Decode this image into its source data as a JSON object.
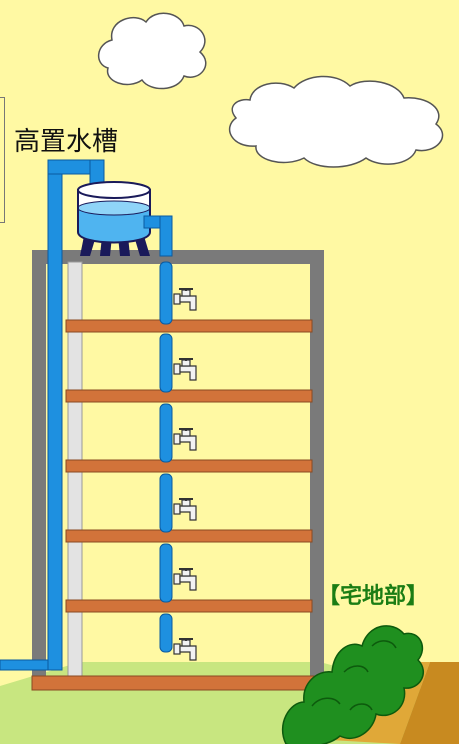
{
  "labels": {
    "tank": "高置水槽",
    "zone": "【宅地部】"
  },
  "floors": 6,
  "colors": {
    "sky": "#fff9a3",
    "ground": "#c8e680",
    "pipe": "#1e90e0",
    "slab": "#d2733a",
    "frame": "#7a7a7a",
    "bush": "#1f8f1f",
    "water": "#4fb4f0"
  },
  "icons": {
    "cloud": "cloud-icon",
    "faucet": "faucet-icon",
    "tank": "water-tank-icon",
    "bush": "bush-icon"
  }
}
